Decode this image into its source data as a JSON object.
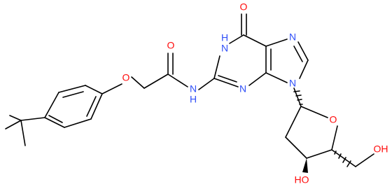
{
  "molecule": {
    "atoms": {
      "o_carbonyl_purine": "O",
      "n1": "N",
      "h_n1": "H",
      "n7": "N",
      "n3": "N",
      "n9": "N",
      "n_amide": "N",
      "h_amide": "H",
      "o_amide": "O",
      "o_ether": "O",
      "o_ring": "O",
      "oh_sugar": "HO",
      "oh_primary": "OH"
    }
  },
  "colors": {
    "bond": "#000000",
    "oxygen": "#ff0d0d",
    "nitrogen": "#3050f8",
    "background": "#ffffff"
  }
}
